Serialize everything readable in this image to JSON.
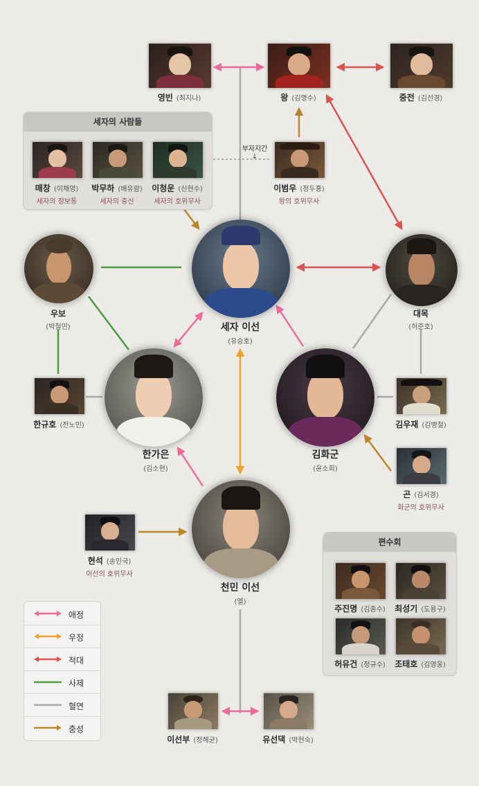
{
  "colors": {
    "affection": "#ec6b9a",
    "friendship": "#f0a12c",
    "enemy": "#d9544f",
    "mentor": "#4c9c3f",
    "family": "#a9a9a9",
    "loyalty": "#b9862c"
  },
  "groups": {
    "crown_prince_people": {
      "title": "세자의 사람들"
    },
    "pyeonsuhoe": {
      "title": "편수회"
    }
  },
  "note": {
    "father_son": "부자지간",
    "arrow": "↓"
  },
  "characters": {
    "yeongbin": {
      "name": "영빈",
      "actor": "(최지나)",
      "icon": "queen-consort-portrait"
    },
    "king": {
      "name": "왕",
      "actor": "(김명수)",
      "icon": "king-portrait"
    },
    "queen": {
      "name": "중전",
      "actor": "(김선경)",
      "icon": "queen-portrait"
    },
    "maechang": {
      "name": "매창",
      "actor": "(이채영)",
      "role": "세자의 정보통"
    },
    "park_muha": {
      "name": "박무하",
      "actor": "(배유람)",
      "role": "세자의 충신"
    },
    "lee_cheongun": {
      "name": "이청운",
      "actor": "(신현수)",
      "role": "세자의 호위무사"
    },
    "lee_beomu": {
      "name": "이범우",
      "actor": "(정두홍)",
      "role": "왕의 호위무사"
    },
    "woobo": {
      "name": "우보",
      "actor": "(박철민)"
    },
    "crown_prince": {
      "name": "세자 이선",
      "actor": "(유승호)"
    },
    "daemok": {
      "name": "대목",
      "actor": "(허준호)"
    },
    "han_gyuho": {
      "name": "한규호",
      "actor": "(전노민)"
    },
    "han_gaeun": {
      "name": "한가은",
      "actor": "(김소현)"
    },
    "kim_hwagun": {
      "name": "김화군",
      "actor": "(윤소희)"
    },
    "kim_woojae": {
      "name": "김우재",
      "actor": "(김병철)"
    },
    "gon": {
      "name": "곤",
      "actor": "(김서경)",
      "role": "화군의 호위무사"
    },
    "hyeonseok": {
      "name": "현석",
      "actor": "(송인국)",
      "role": "이선의 호위무사"
    },
    "cheonmin_lee": {
      "name": "천민 이선",
      "actor": "(엘)"
    },
    "joo_jinmyeong": {
      "name": "주진명",
      "actor": "(김종수)"
    },
    "choi_seonggi": {
      "name": "최성기",
      "actor": "(도용구)"
    },
    "heo_yugeon": {
      "name": "허유건",
      "actor": "(정규수)"
    },
    "jo_taeho": {
      "name": "조태호",
      "actor": "(김영웅)"
    },
    "lee_seonbu": {
      "name": "이선부",
      "actor": "(정해균)"
    },
    "yu_seondaek": {
      "name": "유선댁",
      "actor": "(박현숙)"
    }
  },
  "legend": [
    {
      "label": "애정",
      "color": "#ec6b9a",
      "style": "double-arrow"
    },
    {
      "label": "우정",
      "color": "#f0a12c",
      "style": "double-arrow"
    },
    {
      "label": "적대",
      "color": "#d9544f",
      "style": "double-arrow"
    },
    {
      "label": "사제",
      "color": "#4c9c3f",
      "style": "line"
    },
    {
      "label": "혈연",
      "color": "#a9a9a9",
      "style": "line"
    },
    {
      "label": "충성",
      "color": "#b9862c",
      "style": "arrow"
    }
  ]
}
